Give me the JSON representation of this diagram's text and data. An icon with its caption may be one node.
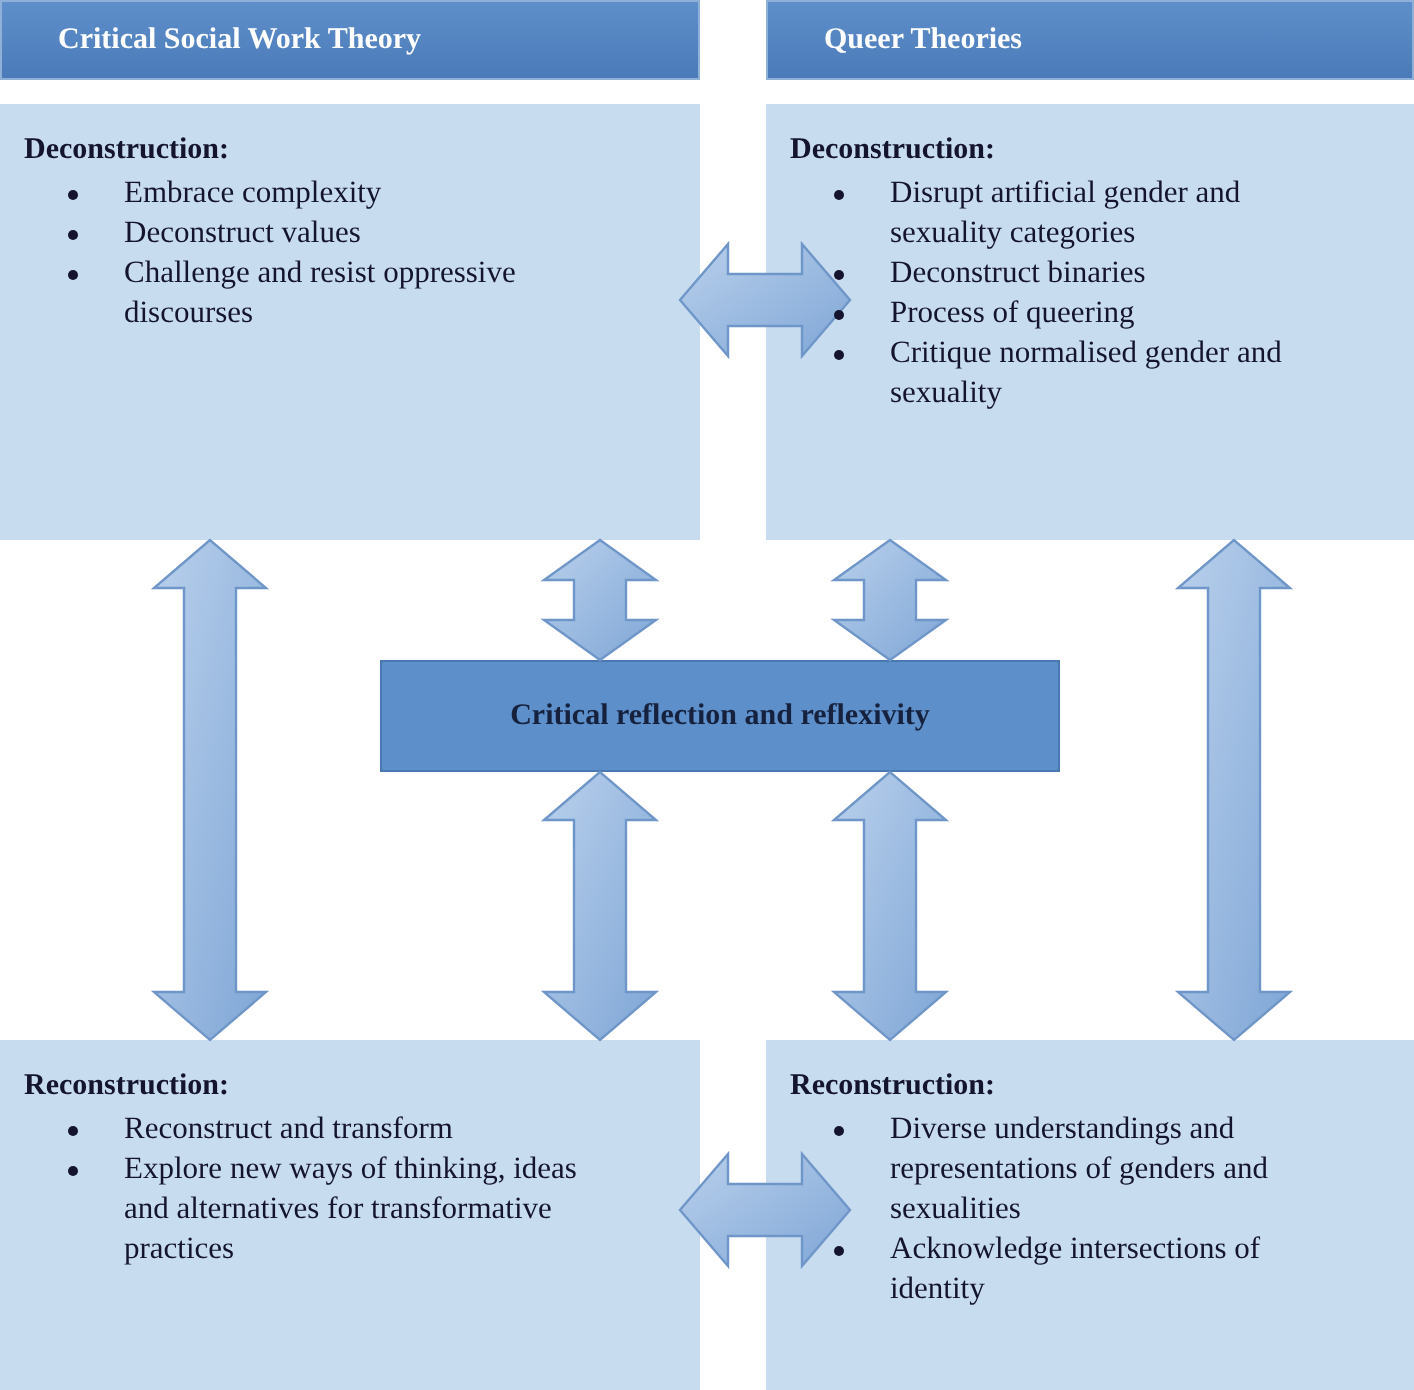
{
  "diagram": {
    "nodes": [
      {
        "text": [
          "Critical Social Work Theory"
        ]
      },
      {
        "text": [
          "Queer Theories"
        ]
      },
      {
        "text": [
          "Deconstruction:",
          "Embrace complexity",
          "Deconstruct values",
          "Challenge and resist oppressive discourses"
        ]
      },
      {
        "text": [
          "Deconstruction:",
          "Disrupt artificial gender and sexuality categories",
          "Deconstruct binaries",
          "Process of queering",
          "Critique normalised gender and sexuality"
        ]
      },
      {
        "text": [
          "Critical reflection and reflexivity"
        ]
      },
      {
        "text": [
          "Reconstruction:",
          "Reconstruct and transform",
          "Explore new ways of thinking, ideas and alternatives for transformative practices"
        ]
      },
      {
        "text": [
          "Reconstruction:",
          "Diverse understandings and representations of genders and sexualities",
          "Acknowledge intersections of identity"
        ]
      }
    ],
    "edges": [
      {
        "from": 2,
        "to": 3,
        "arrow": "both"
      },
      {
        "from": 2,
        "to": 5,
        "arrow": "both"
      },
      {
        "from": 3,
        "to": 6,
        "arrow": "both"
      },
      {
        "from": 2,
        "to": 4,
        "arrow": "both"
      },
      {
        "from": 3,
        "to": 4,
        "arrow": "both"
      },
      {
        "from": 4,
        "to": 5,
        "arrow": "both"
      },
      {
        "from": 4,
        "to": 6,
        "arrow": "both"
      },
      {
        "from": 5,
        "to": 6,
        "arrow": "both"
      }
    ]
  }
}
